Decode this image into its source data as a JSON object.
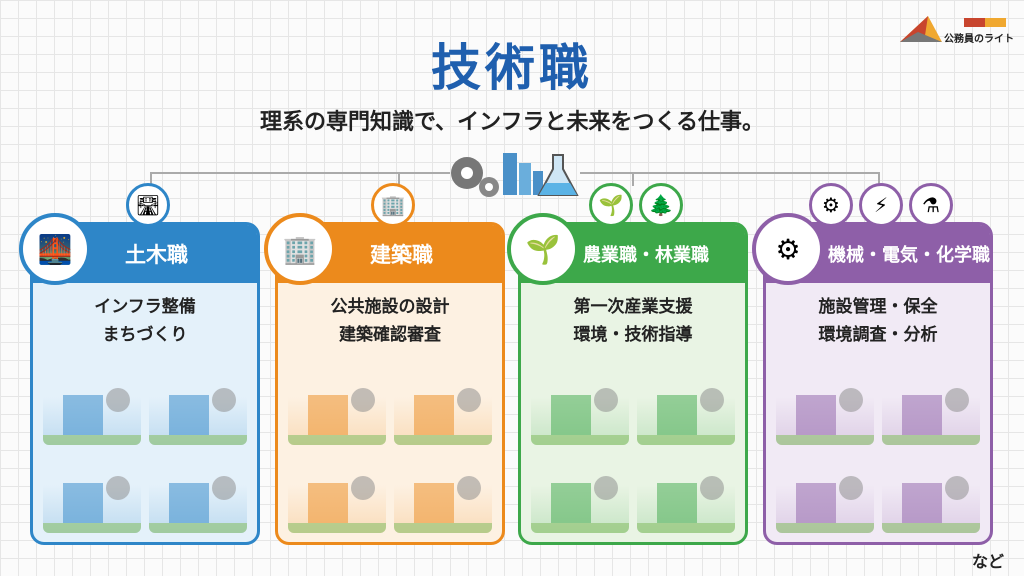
{
  "title": "技術職",
  "subtitle": "理系の専門知識で、インフラと未来をつくる仕事。",
  "logo": {
    "text": "公務員のライト"
  },
  "footer_note": "など",
  "cards": [
    {
      "name": "土木職",
      "desc1": "インフラ整備",
      "desc2": "まちづくり",
      "color": "#2e86c8",
      "bg": "#e4f1fa",
      "icons": [
        "bridge-icon",
        "road-icon"
      ],
      "images": [
        "dam",
        "suspension-bridge",
        "city-map",
        "engineer-with-blueprint"
      ]
    },
    {
      "name": "建築職",
      "desc1": "公共施設の設計",
      "desc2": "建築確認審査",
      "color": "#ec8a1c",
      "bg": "#fdf1e2",
      "icons": [
        "building-icon",
        "compass-icon"
      ],
      "images": [
        "public-building",
        "gymnasium",
        "inspector-with-documents",
        "wooden-frame-construction"
      ]
    },
    {
      "name": "農業職・林業職",
      "desc1": "第一次産業支援",
      "desc2": "環境・技術指導",
      "color": "#3da84a",
      "bg": "#e9f4e4",
      "icons": [
        "sprout-icon",
        "forest-icon"
      ],
      "images": [
        "tractor-field",
        "forester-planting",
        "forest-survey",
        "agricultural-instructor"
      ]
    },
    {
      "name": "機械・電気・化学職",
      "desc1": "施設管理・保全",
      "desc2": "環境調査・分析",
      "color": "#8e5fa8",
      "bg": "#f1eaf5",
      "icons": [
        "gear-icon",
        "lightning-icon",
        "flask-icon"
      ],
      "images": [
        "water-treatment",
        "factory",
        "water-sampling",
        "lab-scientist"
      ]
    }
  ]
}
